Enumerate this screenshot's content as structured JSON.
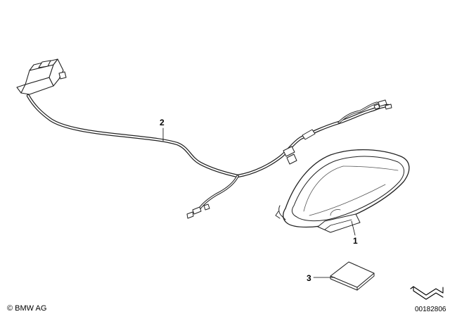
{
  "callouts": {
    "part_1": "1",
    "part_2": "2",
    "part_3": "3"
  },
  "footer": {
    "copyright": "© BMW AG",
    "document_number": "00182806"
  },
  "icons": {
    "corner_symbol": "folded-arrow-icon"
  }
}
